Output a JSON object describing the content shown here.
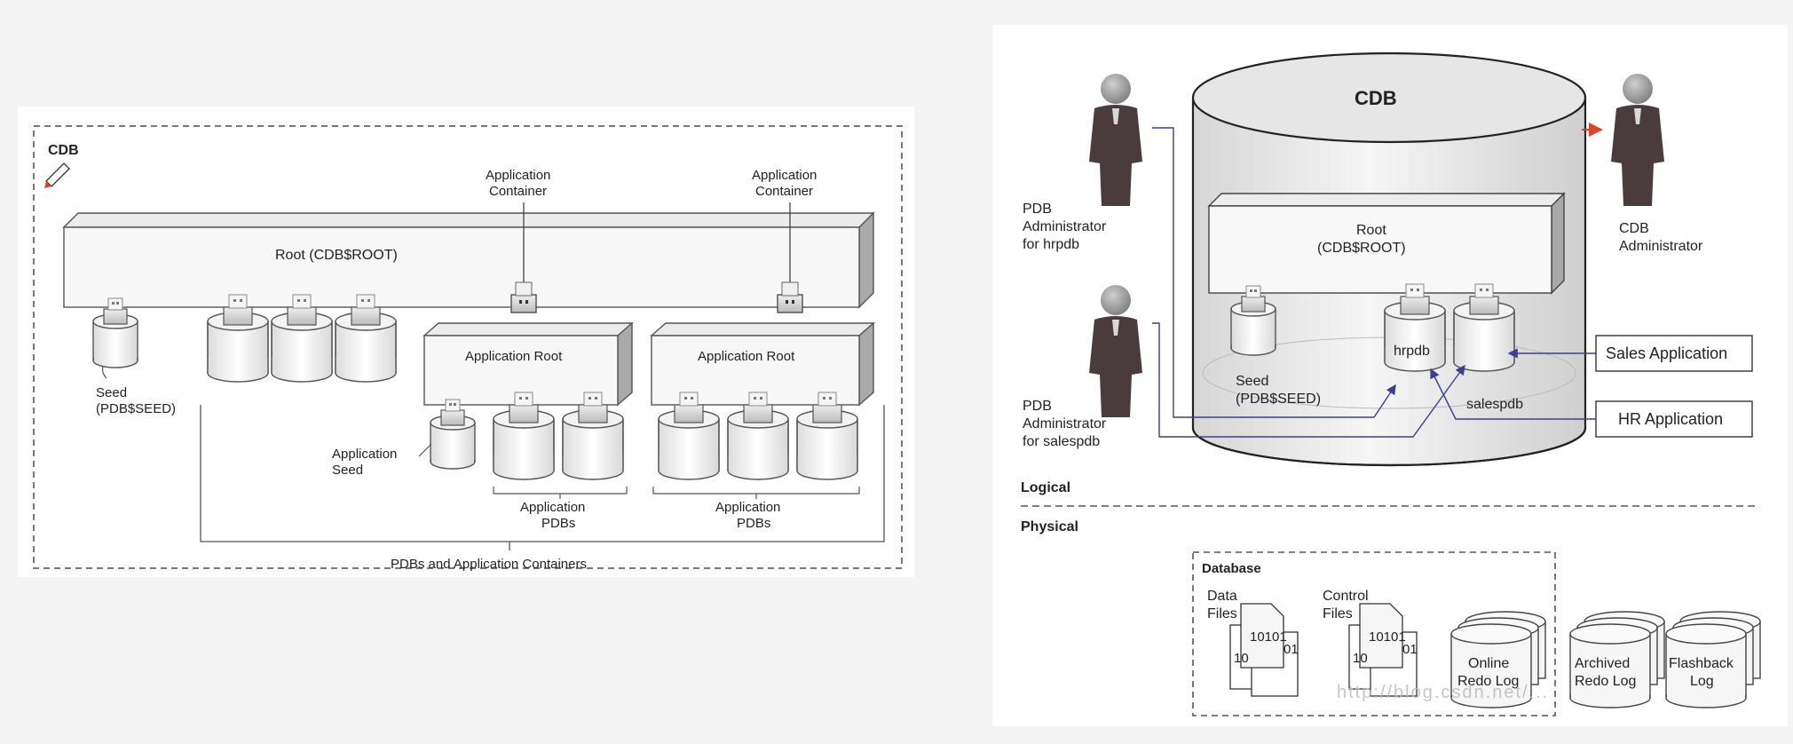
{
  "left_diagram": {
    "cdb_label": "CDB",
    "root_label": "Root (CDB$ROOT)",
    "seed_label": [
      "Seed",
      "(PDB$SEED)"
    ],
    "app_container_label": [
      "Application",
      "Container"
    ],
    "app_root_label": "Application Root",
    "app_seed_label": [
      "Application",
      "Seed"
    ],
    "app_pdbs_label": [
      "Application",
      "PDBs"
    ],
    "footer_label": "PDBs and Application Containers"
  },
  "right_diagram": {
    "cdb_label": "CDB",
    "root_label": [
      "Root",
      "(CDB$ROOT)"
    ],
    "seed_label": [
      "Seed",
      "(PDB$SEED)"
    ],
    "hrpdb_label": "hrpdb",
    "salespdb_label": "salespdb",
    "pdb_admin_hr": [
      "PDB",
      "Administrator",
      "for hrpdb"
    ],
    "pdb_admin_sales": [
      "PDB",
      "Administrator",
      "for salespdb"
    ],
    "cdb_admin": [
      "CDB",
      "Administrator"
    ],
    "sales_app": "Sales Application",
    "hr_app": "HR Application",
    "logical": "Logical",
    "physical": "Physical",
    "database": "Database",
    "data_files": [
      "Data",
      "Files"
    ],
    "control_files": [
      "Control",
      "Files"
    ],
    "file_code": "10101",
    "file_code_partial_left": "10",
    "file_code_partial_right": "01",
    "online_redo": [
      "Online",
      "Redo Log"
    ],
    "archived_redo": [
      "Archived",
      "Redo Log"
    ],
    "flashback": [
      "Flashback",
      "Log"
    ],
    "watermark": "http://blog.csdn.net/..."
  },
  "colors": {
    "line": "#555555",
    "dash": "#777777",
    "person_dark": "#4a3c3c",
    "person_head": "#9a9a9a",
    "link_blue": "#3a3f8f",
    "arrow_red": "#d9442a"
  }
}
